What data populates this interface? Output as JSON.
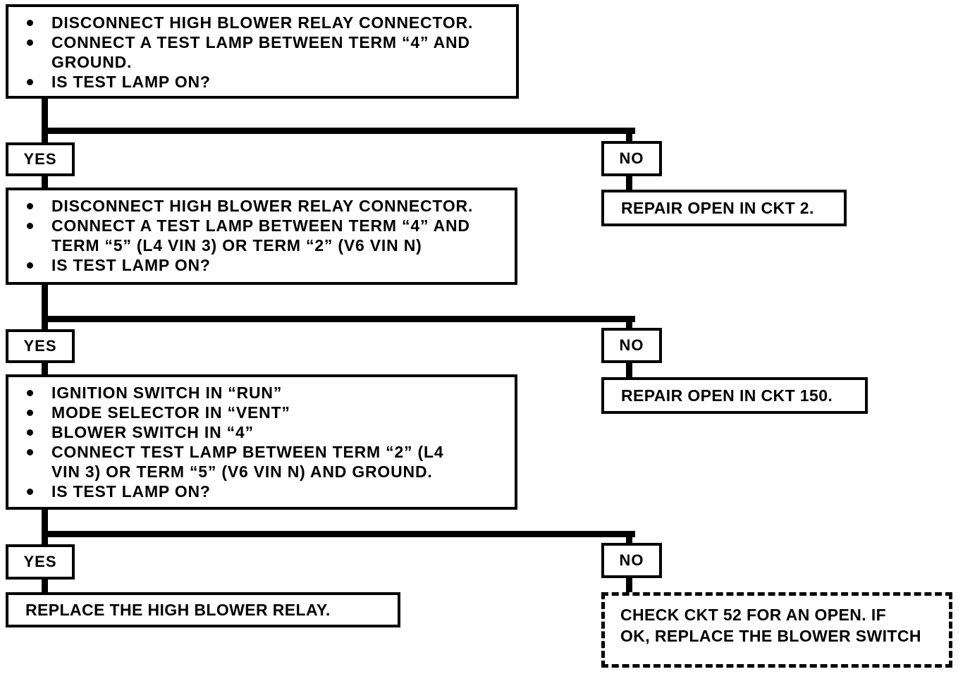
{
  "diagram": {
    "decisions": {
      "yes": "YES",
      "no": "NO"
    },
    "step1": {
      "rows": [
        {
          "b": true,
          "text": "DISCONNECT HIGH BLOWER RELAY CONNECTOR."
        },
        {
          "b": true,
          "text": "CONNECT A TEST LAMP BETWEEN TERM “4” AND"
        },
        {
          "b": false,
          "text": "GROUND."
        },
        {
          "b": true,
          "text": "IS TEST LAMP ON?"
        }
      ]
    },
    "step2": {
      "rows": [
        {
          "b": true,
          "text": "DISCONNECT HIGH BLOWER RELAY CONNECTOR."
        },
        {
          "b": true,
          "text": "CONNECT A TEST LAMP BETWEEN TERM “4” AND"
        },
        {
          "b": false,
          "text": "TERM “5” (L4 VIN 3) OR TERM “2” (V6 VIN N)"
        },
        {
          "b": true,
          "text": "IS TEST LAMP ON?"
        }
      ]
    },
    "step3": {
      "rows": [
        {
          "b": true,
          "text": "IGNITION SWITCH IN “RUN”"
        },
        {
          "b": true,
          "text": "MODE SELECTOR IN “VENT”"
        },
        {
          "b": true,
          "text": "BLOWER SWITCH IN “4”"
        },
        {
          "b": true,
          "text": "CONNECT TEST LAMP BETWEEN TERM “2” (L4"
        },
        {
          "b": false,
          "text": "VIN 3) OR TERM “5” (V6 VIN N) AND GROUND."
        },
        {
          "b": true,
          "text": "IS TEST LAMP ON?"
        }
      ]
    },
    "repair_ckt2": {
      "text": "REPAIR OPEN IN CKT 2."
    },
    "repair_ckt150": {
      "text": "REPAIR OPEN IN CKT 150."
    },
    "replace_relay": {
      "text": "REPLACE THE HIGH BLOWER RELAY."
    },
    "check_ckt52": {
      "lines": [
        "CHECK CKT 52 FOR AN OPEN. IF",
        "OK, REPLACE THE BLOWER SWITCH"
      ]
    }
  }
}
